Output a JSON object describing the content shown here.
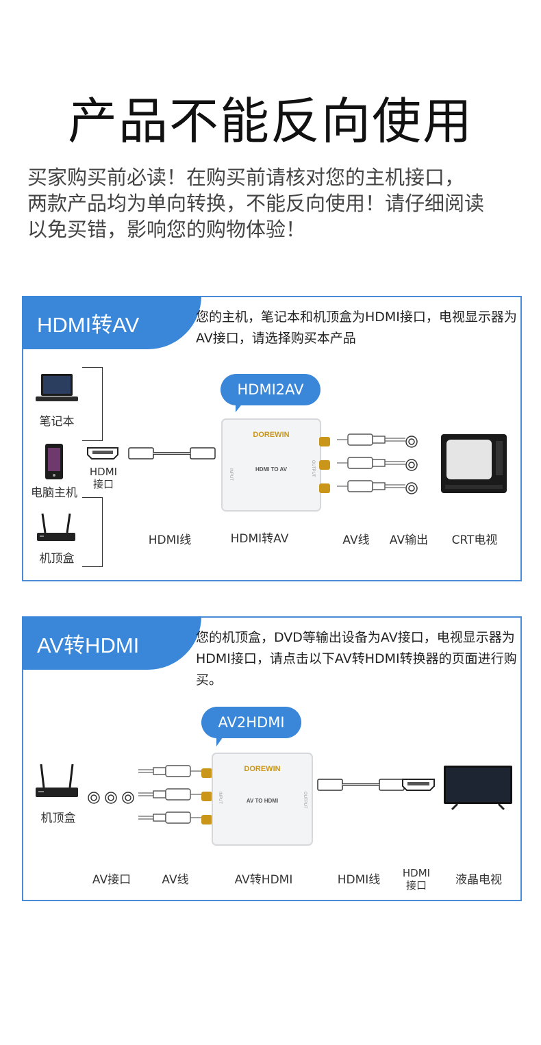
{
  "header": {
    "title": "产品不能反向使用",
    "intro_line1": "买家购买前必读！在购买前请核对您的主机接口，",
    "intro_line2": "两款产品均为单向转换，不能反向使用！请仔细阅读",
    "intro_line3": "以免买错，影响您的购物体验！"
  },
  "panel1": {
    "tag": "HDMI转AV",
    "desc": "您的主机，笔记本和机顶盒为HDMI接口，电视显示器为AV接口，请选择购买本产品",
    "bubble": "HDMI2AV",
    "devices": [
      "笔记本",
      "电脑主机",
      "机顶盒"
    ],
    "hdmi_port_label": "HDMI\n接口",
    "box_brand": "DOREWIN",
    "box_center": "HDMI TO AV",
    "box_input": "INPUT",
    "box_output": "OUTPUT",
    "labels": {
      "cable": "HDMI线",
      "converter": "HDMI转AV",
      "av_cable": "AV线",
      "av_out": "AV输出",
      "tv": "CRT电视"
    }
  },
  "panel2": {
    "tag": "AV转HDMI",
    "desc": "您的机顶盒，DVD等输出设备为AV接口，电视显示器为HDMI接口，请点击以下AV转HDMI转换器的页面进行购买。",
    "bubble": "AV2HDMI",
    "device": "机顶盒",
    "box_brand": "DOREWIN",
    "box_center": "AV TO HDMI",
    "box_input": "INPUT",
    "box_output": "OUTPUT",
    "labels": {
      "av_port": "AV接口",
      "av_cable": "AV线",
      "converter": "AV转HDMI",
      "hdmi_cable": "HDMI线",
      "hdmi_port": "HDMI\n接口",
      "tv": "液晶电视"
    }
  },
  "colors": {
    "accent": "#3a86d9",
    "border": "#4a8bd8",
    "gold": "#d4a017"
  }
}
